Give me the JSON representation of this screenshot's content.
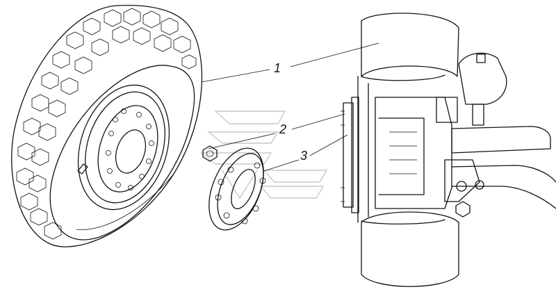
{
  "callouts": [
    {
      "id": "1",
      "label": "1"
    },
    {
      "id": "2",
      "label": "2"
    },
    {
      "id": "3",
      "label": "3"
    }
  ],
  "colors": {
    "line": "#111111",
    "background": "#ffffff",
    "watermark": "#c9c9c9"
  }
}
